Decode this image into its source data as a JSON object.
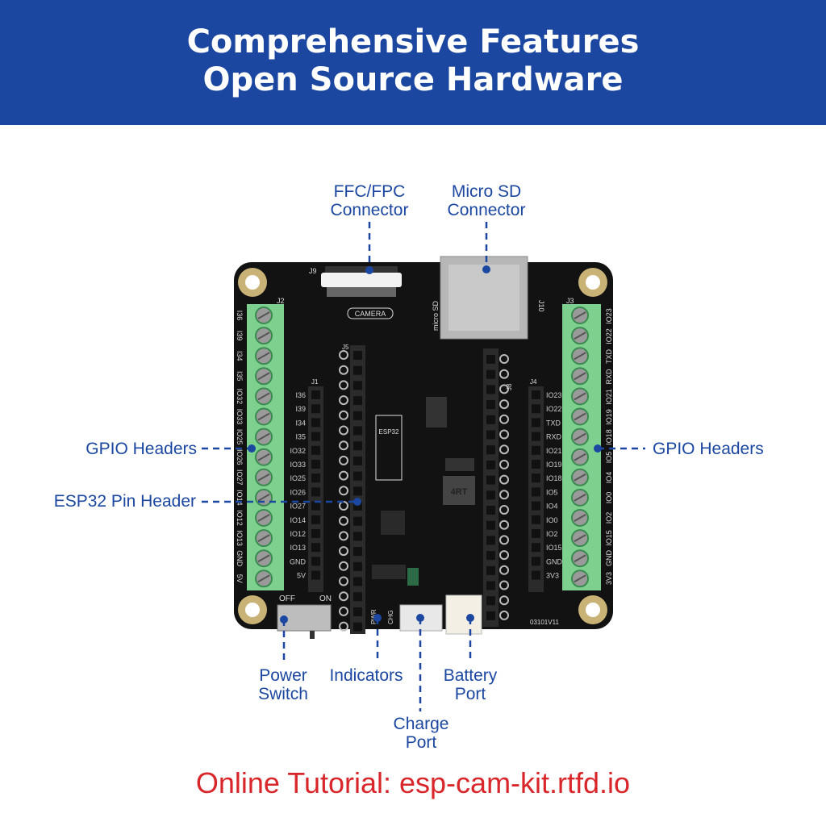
{
  "header": {
    "line1": "Comprehensive Features",
    "line2": "Open Source Hardware"
  },
  "annotations": {
    "ffc": [
      "FFC/FPC",
      "Connector"
    ],
    "microsd": [
      "Micro SD",
      "Connector"
    ],
    "gpio_left": "GPIO Headers",
    "esp32_header": "ESP32 Pin Header",
    "gpio_right": "GPIO Headers",
    "power": [
      "Power",
      "Switch"
    ],
    "indicators": "Indicators",
    "charge": [
      "Charge",
      "Port"
    ],
    "battery": [
      "Battery",
      "Port"
    ]
  },
  "board": {
    "j2_labels": [
      "I36",
      "I39",
      "I34",
      "I35",
      "IO32",
      "IO33",
      "IO25",
      "IO26",
      "IO27",
      "IO14",
      "IO12",
      "IO13",
      "GND",
      "5V"
    ],
    "j1_labels": [
      "I36",
      "I39",
      "I34",
      "I35",
      "IO32",
      "IO33",
      "IO25",
      "IO26",
      "IO27",
      "IO14",
      "IO12",
      "IO13",
      "GND",
      "5V"
    ],
    "j4_labels": [
      "IO23",
      "IO22",
      "TXD",
      "RXD",
      "IO21",
      "IO19",
      "IO18",
      "IO5",
      "IO4",
      "IO0",
      "IO2",
      "IO15",
      "GND",
      "3V3"
    ],
    "j3_labels": [
      "IO23",
      "IO22",
      "TXD",
      "RXD",
      "IO21",
      "IO19",
      "IO18",
      "IO5",
      "IO4",
      "IO0",
      "IO2",
      "IO15",
      "GND",
      "3V3"
    ],
    "refs": {
      "j9": "J9",
      "camera": "CAMERA",
      "microsd": "micro SD",
      "j10": "J10",
      "j2": "J2",
      "j3": "J3",
      "j1": "J1",
      "j4": "J4",
      "j5": "J5",
      "j8": "J8",
      "esp32": "ESP32",
      "inductor": "4RT",
      "off": "OFF",
      "on": "ON",
      "pwr": "PWR",
      "chg": "CHG",
      "version": "03101V11"
    }
  },
  "footer": "Online Tutorial: esp-cam-kit.rtfd.io",
  "colors": {
    "brand": "#1b47a1",
    "footer": "#d9262a",
    "pcb": "#111111",
    "terminal": "#7ed08f"
  }
}
